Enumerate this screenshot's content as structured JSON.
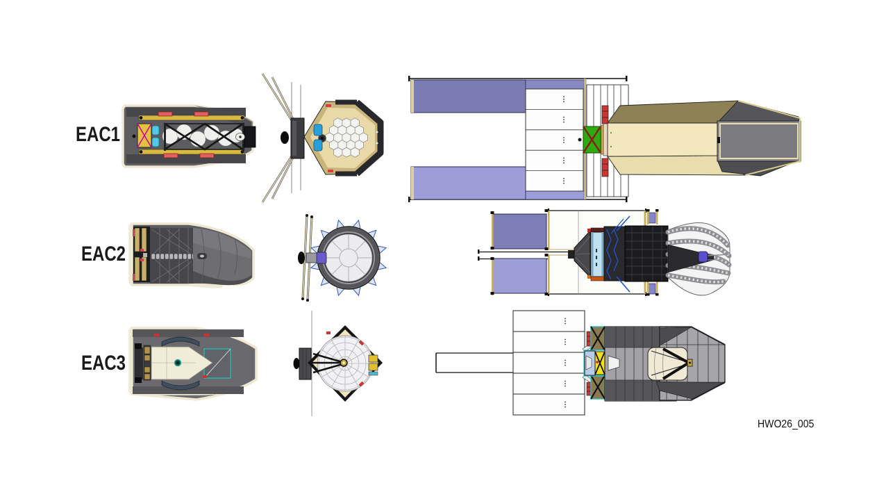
{
  "figure": {
    "rows": [
      {
        "label": "EAC1"
      },
      {
        "label": "EAC2"
      },
      {
        "label": "EAC3"
      }
    ],
    "figure_id": "HWO26_005"
  },
  "colors": {
    "background": "#ffffff",
    "label_text": "#1a1a1a",
    "fairing_outline": "#efe9d4",
    "fairing_gray": "#55555a",
    "solar_purple_dark": "#7d7db8",
    "solar_purple_light": "#9d9dd8",
    "barrel_cream": "#f2e7bd",
    "barrel_olive": "#8f8156",
    "aperture_gray": "#808084",
    "truss_green": "#2faa10",
    "accent_gold": "#d9b93f",
    "accent_cyan": "#30c8c8",
    "accent_red": "#cc3333",
    "accent_blue": "#2255cc",
    "accent_indigo": "#5b4fd0",
    "mirror_white": "#f4f4f2"
  }
}
